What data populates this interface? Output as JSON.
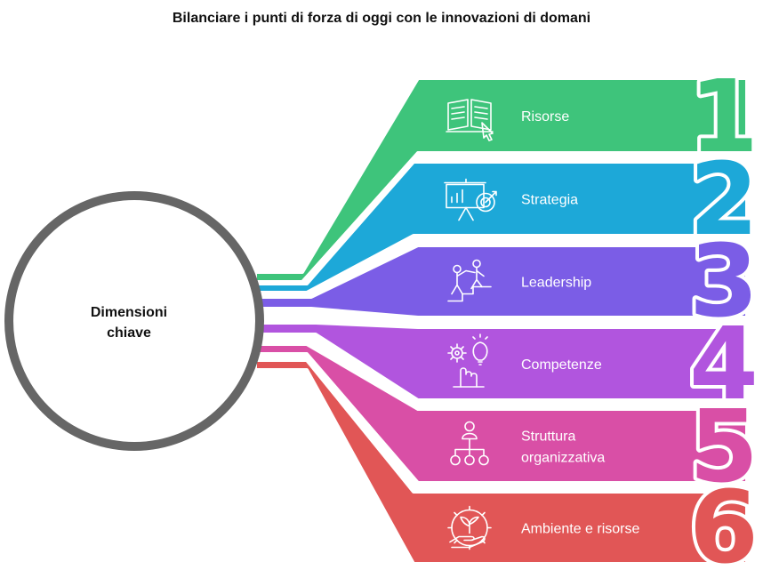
{
  "title": "Bilanciare i punti di forza di oggi con le innovazioni di domani",
  "center": {
    "line1": "Dimensioni",
    "line2": "chiave"
  },
  "items": [
    {
      "number": "1",
      "label_lines": [
        "Risorse"
      ],
      "color": "#3ec47b",
      "icon": "open-book-cursor-icon"
    },
    {
      "number": "2",
      "label_lines": [
        "Strategia"
      ],
      "color": "#1da8d8",
      "icon": "presentation-target-icon"
    },
    {
      "number": "3",
      "label_lines": [
        "Leadership"
      ],
      "color": "#7b5de6",
      "icon": "climbing-help-icon"
    },
    {
      "number": "4",
      "label_lines": [
        "Competenze"
      ],
      "color": "#b155de",
      "icon": "gear-bulb-hand-icon"
    },
    {
      "number": "5",
      "label_lines": [
        "Struttura",
        "organizzativa"
      ],
      "color": "#d94fa6",
      "icon": "org-chart-icon"
    },
    {
      "number": "6",
      "label_lines": [
        "Ambiente e risorse"
      ],
      "color": "#e15656",
      "icon": "eco-hand-gear-icon"
    }
  ]
}
